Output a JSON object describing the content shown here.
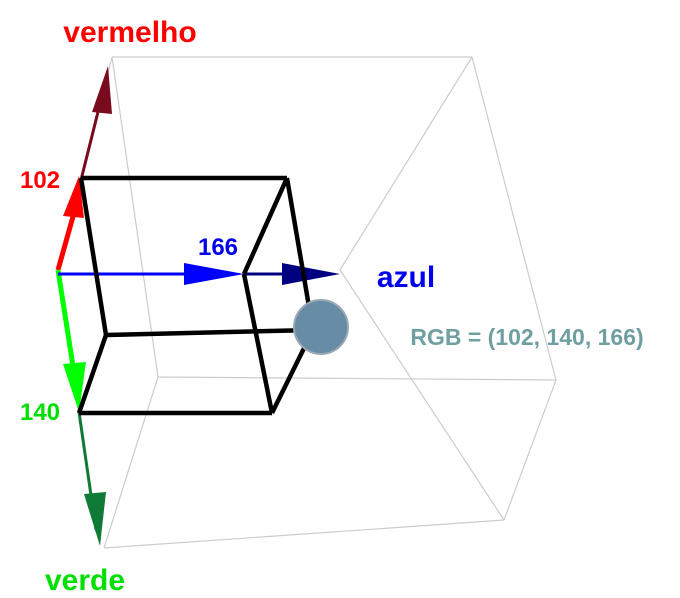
{
  "labels": {
    "red_axis": "vermelho",
    "green_axis": "verde",
    "blue_axis": "azul",
    "red_value": "102",
    "green_value": "140",
    "blue_value": "166",
    "rgb_readout": "RGB = (102, 140, 166)"
  },
  "color": {
    "r": 102,
    "g": 140,
    "b": 166,
    "swatch_hex": "#668ca6"
  },
  "colors": {
    "red_text": "#ff0000",
    "green_text": "#00e000",
    "blue_text": "#0000ee",
    "readout_text": "#6f9fa0",
    "red_arrow": "#ff0000",
    "dark_red_arrow": "#7a0a1e",
    "green_arrow": "#00ff00",
    "dark_green_arrow": "#0e7a35",
    "blue_arrow": "#0000ff",
    "dark_blue_arrow": "#000080",
    "cube_outline": "#c8c8c8",
    "value_box": "#000000"
  }
}
